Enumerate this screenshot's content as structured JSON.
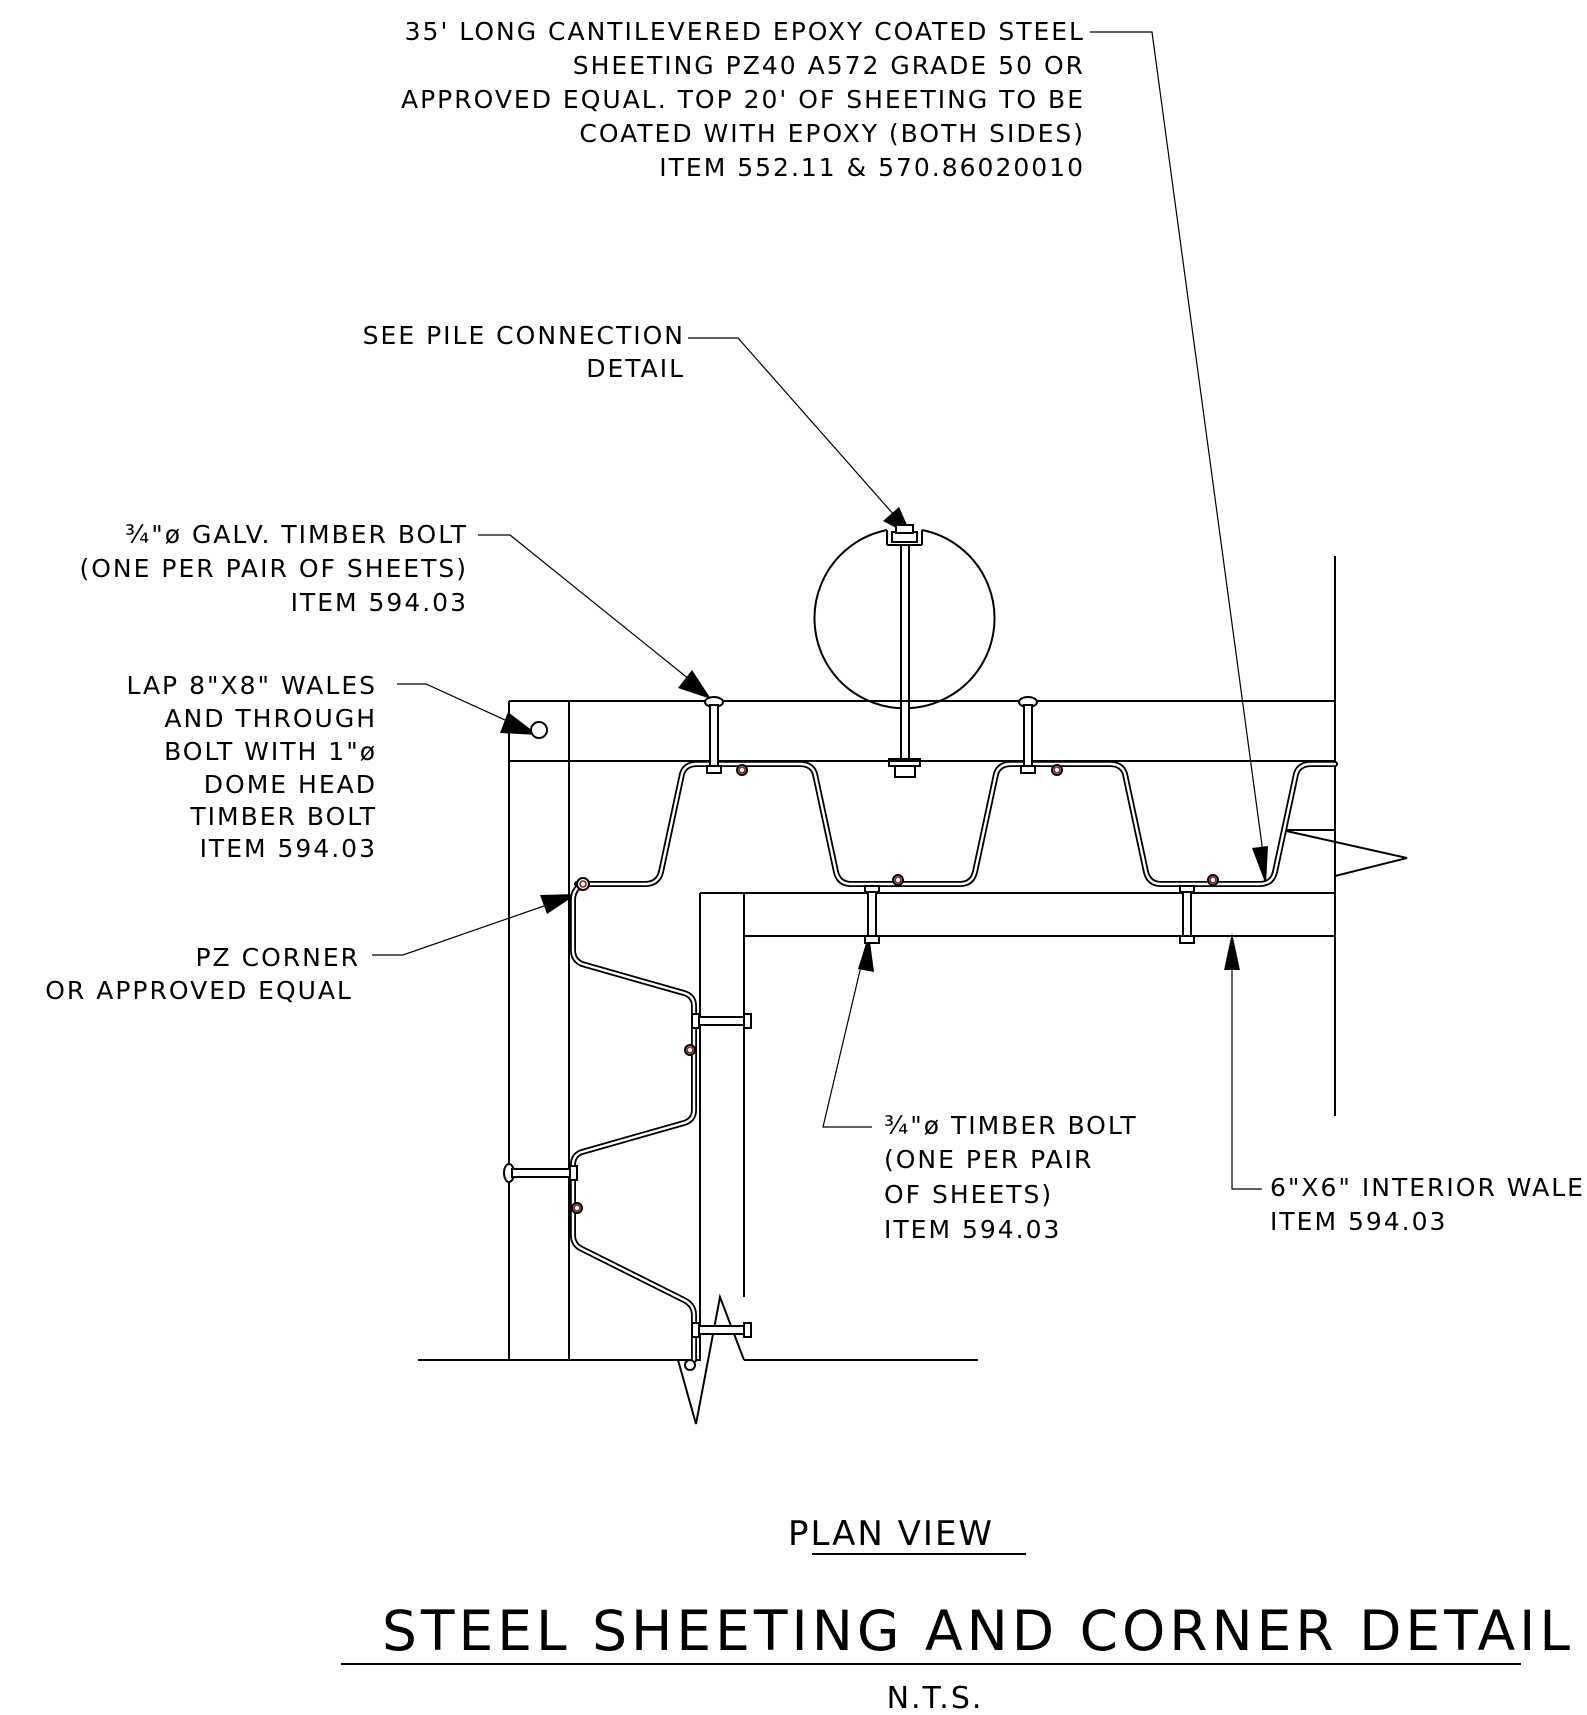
{
  "notes": {
    "sheeting": [
      "35' LONG CANTILEVERED EPOXY COATED STEEL",
      "SHEETING PZ40 A572 GRADE 50 OR",
      "APPROVED EQUAL. TOP 20' OF SHEETING TO BE",
      "COATED WITH EPOXY (BOTH SIDES)",
      "ITEM 552.11 & 570.86020010"
    ],
    "pile": [
      "SEE PILE CONNECTION",
      "DETAIL"
    ],
    "galv_bolt": [
      "¾\"ø GALV. TIMBER BOLT",
      "(ONE PER PAIR OF SHEETS)",
      "ITEM 594.03"
    ],
    "lap": [
      "LAP 8\"X8\" WALES",
      "AND THROUGH",
      "BOLT WITH 1\"ø",
      "DOME HEAD",
      "TIMBER BOLT",
      "ITEM 594.03"
    ],
    "pz_corner": [
      "PZ CORNER",
      "OR APPROVED EQUAL"
    ],
    "timber_bolt": [
      "¾\"ø TIMBER BOLT",
      "(ONE PER PAIR",
      "OF SHEETS)",
      "ITEM 594.03"
    ],
    "interior_wale": [
      "6\"X6\" INTERIOR WALE",
      "ITEM 594.03"
    ]
  },
  "titles": {
    "view": "PLAN VIEW",
    "main": "STEEL SHEETING AND CORNER DETAIL",
    "scale": "N.T.S."
  }
}
